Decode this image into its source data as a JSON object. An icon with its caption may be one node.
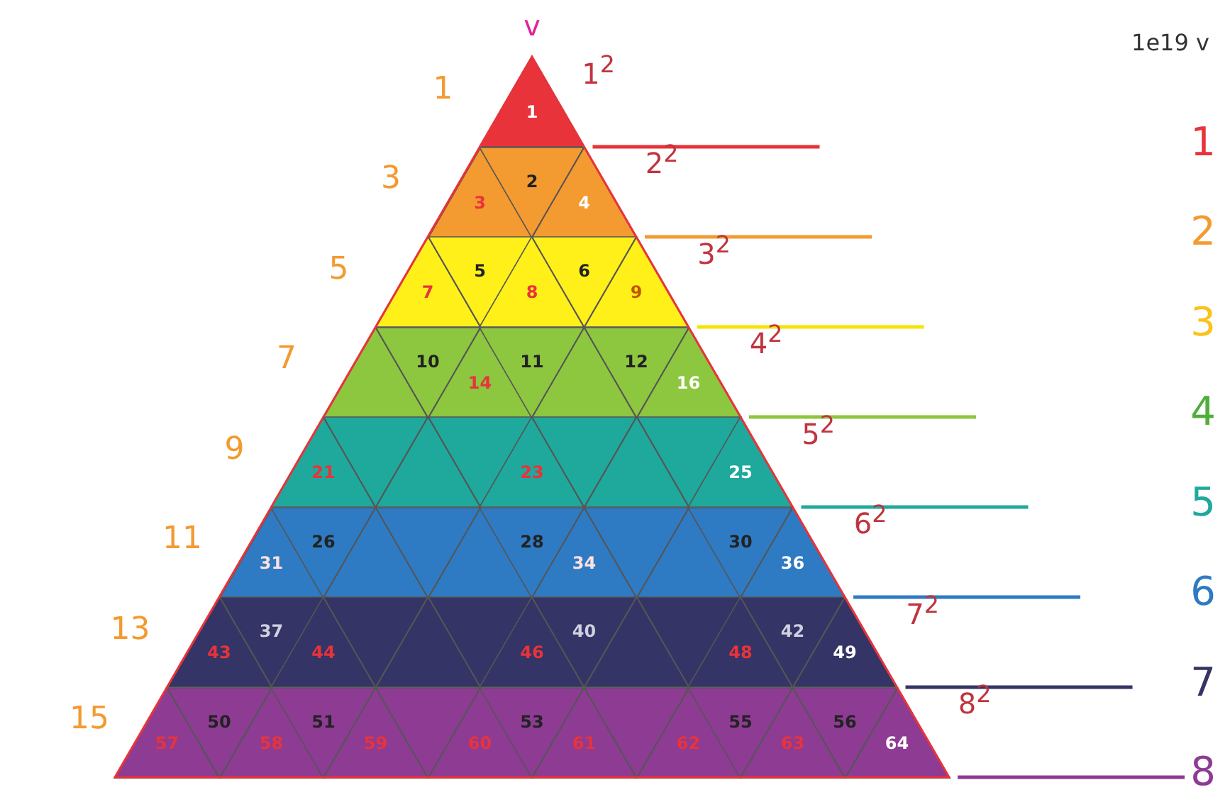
{
  "diagram": {
    "nodes": [
      {
        "text": [
          "1"
        ]
      },
      {
        "text": [
          "3"
        ]
      },
      {
        "text": [
          "2"
        ]
      },
      {
        "text": [
          "4"
        ]
      },
      {
        "text": [
          "7"
        ]
      },
      {
        "text": [
          "5"
        ]
      },
      {
        "text": [
          "8"
        ]
      },
      {
        "text": [
          "6"
        ]
      },
      {
        "text": [
          "9"
        ]
      },
      {
        "text": [],
        "shape": "triangle"
      },
      {
        "text": [
          "10"
        ]
      },
      {
        "text": [
          "14"
        ]
      },
      {
        "text": [
          "11"
        ]
      },
      {
        "text": [],
        "shape": "triangle"
      },
      {
        "text": [
          "12"
        ]
      },
      {
        "text": [
          "16"
        ]
      },
      {
        "text": [
          "21"
        ]
      },
      {
        "text": [],
        "shape": "triangle"
      },
      {
        "text": [],
        "shape": "triangle"
      },
      {
        "text": [],
        "shape": "triangle"
      },
      {
        "text": [
          "23"
        ]
      },
      {
        "text": [],
        "shape": "triangle"
      },
      {
        "text": [],
        "shape": "triangle"
      },
      {
        "text": [],
        "shape": "triangle"
      },
      {
        "text": [
          "25"
        ]
      },
      {
        "text": [
          "31"
        ]
      },
      {
        "text": [
          "26"
        ]
      },
      {
        "text": [],
        "shape": "triangle"
      },
      {
        "text": [],
        "shape": "triangle"
      },
      {
        "text": [],
        "shape": "triangle"
      },
      {
        "text": [
          "28"
        ]
      },
      {
        "text": [
          "34"
        ]
      },
      {
        "text": [],
        "shape": "triangle"
      },
      {
        "text": [],
        "shape": "triangle"
      },
      {
        "text": [
          "30"
        ]
      },
      {
        "text": [
          "36"
        ]
      },
      {
        "text": [
          "43"
        ]
      },
      {
        "text": [
          "37"
        ]
      },
      {
        "text": [
          "44"
        ]
      },
      {
        "text": [],
        "shape": "triangle"
      },
      {
        "text": [],
        "shape": "triangle"
      },
      {
        "text": [],
        "shape": "triangle"
      },
      {
        "text": [
          "46"
        ]
      },
      {
        "text": [
          "40"
        ]
      },
      {
        "text": [],
        "shape": "triangle"
      },
      {
        "text": [],
        "shape": "triangle"
      },
      {
        "text": [
          "48"
        ]
      },
      {
        "text": [
          "42"
        ]
      },
      {
        "text": [
          "49"
        ]
      },
      {
        "text": [
          "57"
        ]
      },
      {
        "text": [
          "50"
        ]
      },
      {
        "text": [
          "58"
        ]
      },
      {
        "text": [
          "51"
        ]
      },
      {
        "text": [
          "59"
        ]
      },
      {
        "text": [],
        "shape": "triangle"
      },
      {
        "text": [
          "60"
        ]
      },
      {
        "text": [
          "53"
        ]
      },
      {
        "text": [
          "61"
        ]
      },
      {
        "text": [],
        "shape": "triangle"
      },
      {
        "text": [
          "62"
        ]
      },
      {
        "text": [
          "55"
        ]
      },
      {
        "text": [
          "63"
        ]
      },
      {
        "text": [
          "56"
        ]
      },
      {
        "text": [
          "64"
        ]
      }
    ],
    "labels": [
      "v",
      "1e19 v",
      "1",
      "1$^{2}$",
      "1",
      "3",
      "2$^{2}$",
      "2",
      "5",
      "3$^{2}$",
      "3",
      "7",
      "4$^{2}$",
      "4",
      "9",
      "5$^{2}$",
      "5",
      "11",
      "6$^{2}$",
      "6",
      "13",
      "7$^{2}$",
      "7",
      "15",
      "8$^{2}$",
      "8"
    ]
  }
}
